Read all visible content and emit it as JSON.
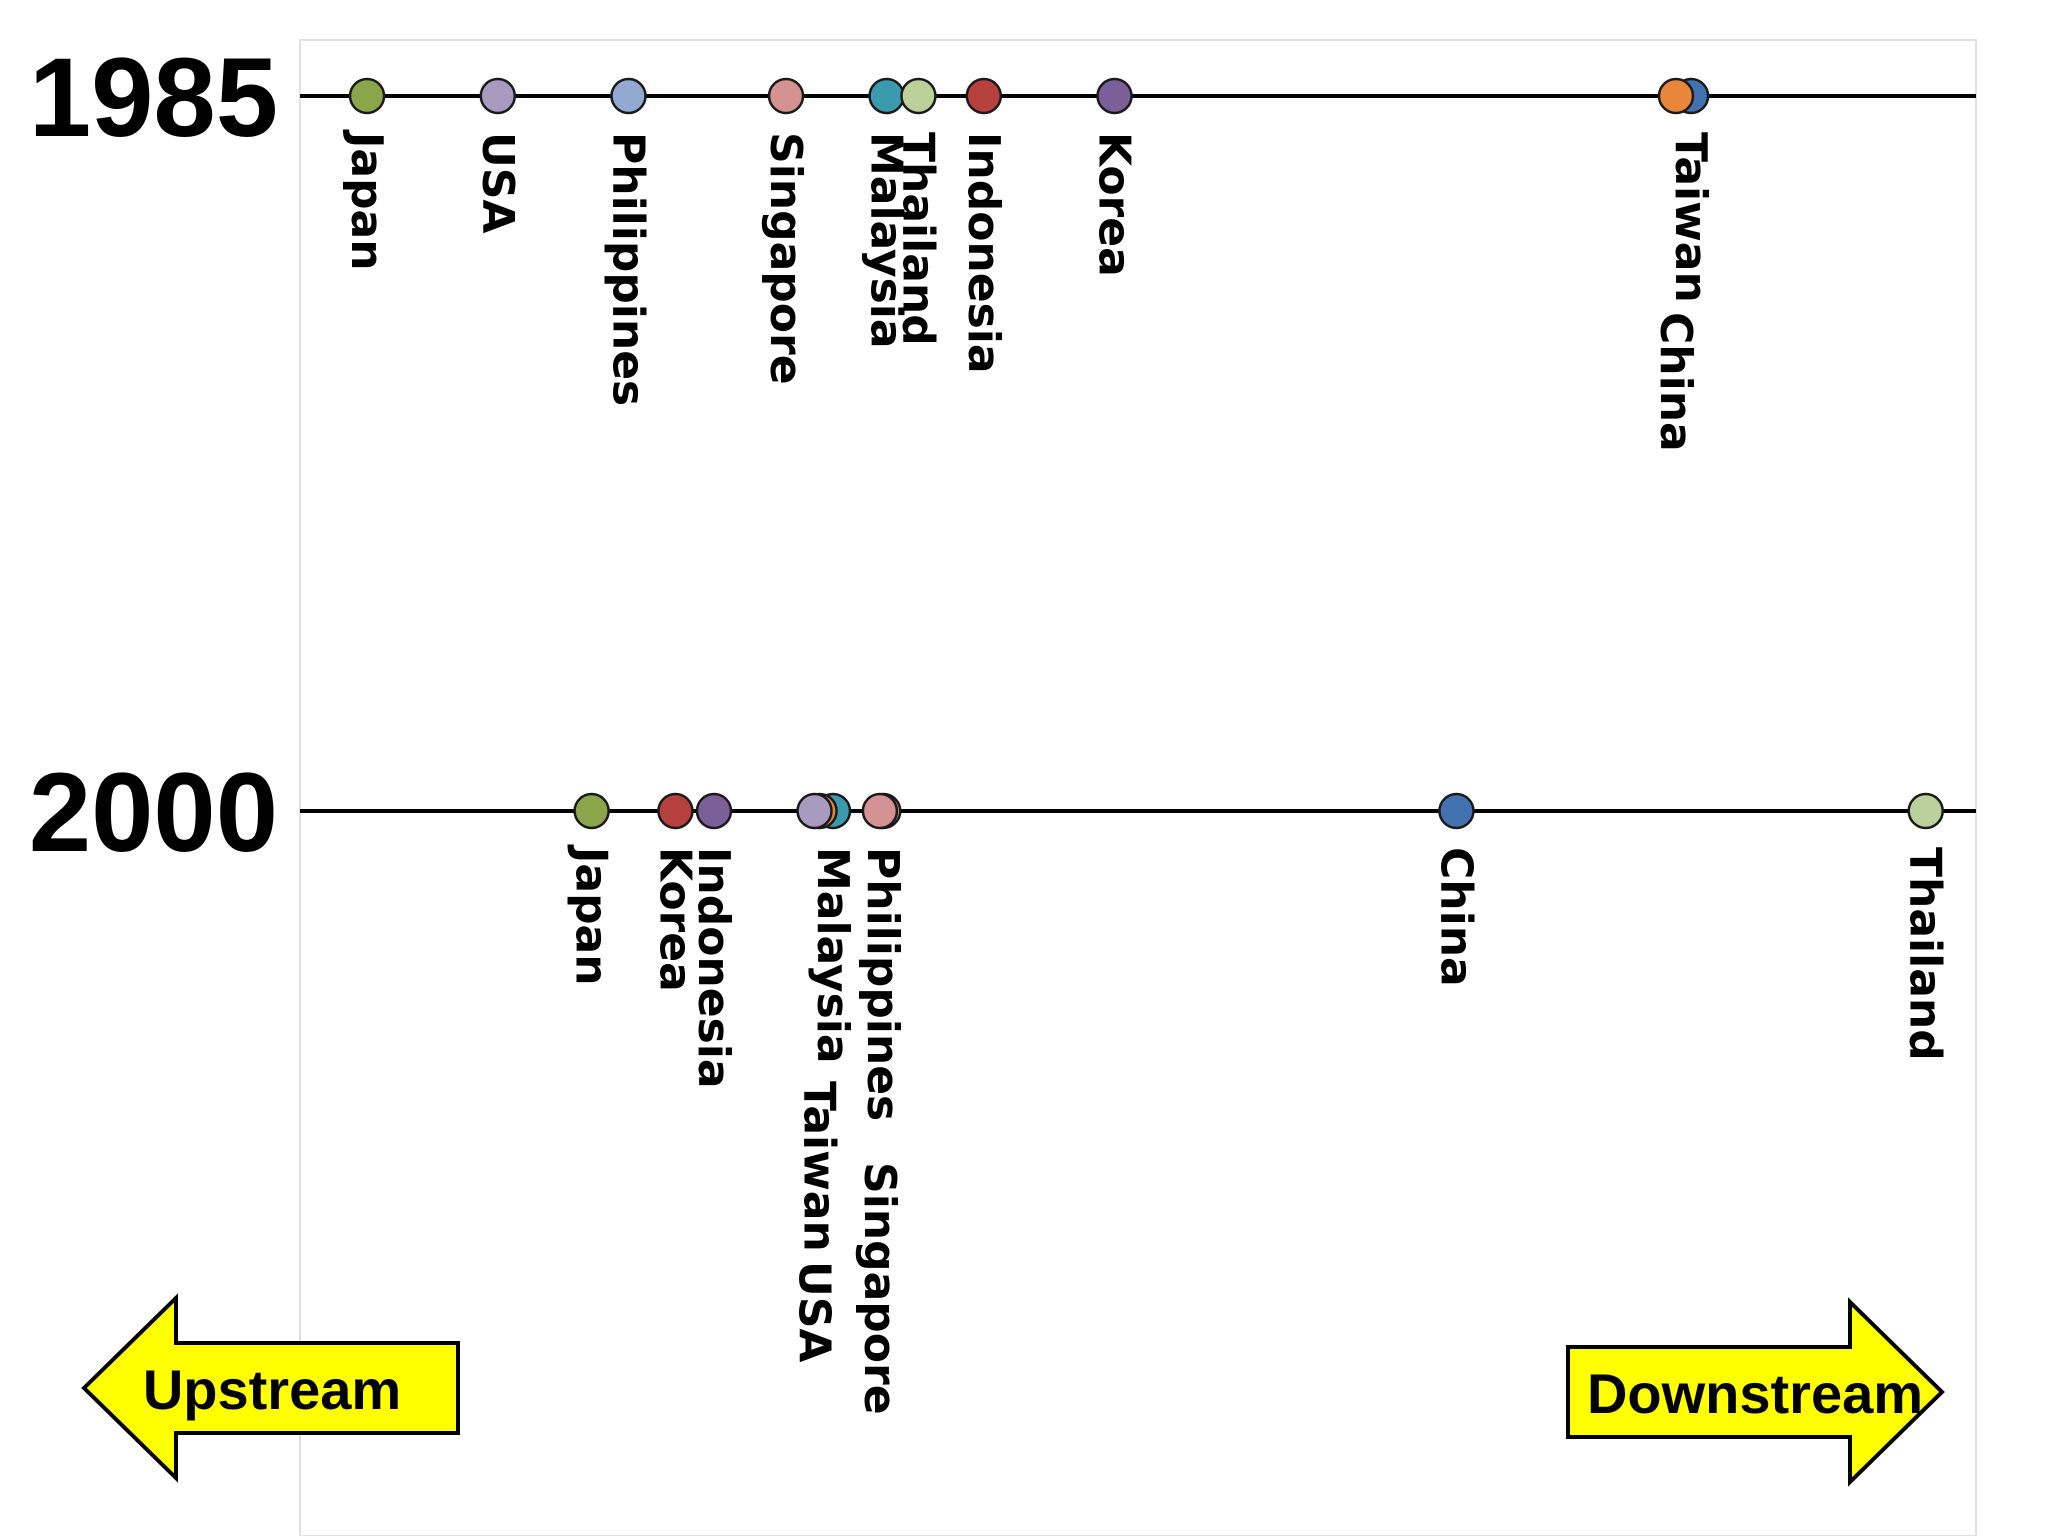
{
  "chart_data": {
    "type": "scatter",
    "title": "",
    "xlabel": "",
    "ylabel": "",
    "xlim": [
      0,
      100
    ],
    "grid": false,
    "rows": [
      {
        "year": "1985",
        "points": [
          {
            "country": "Japan",
            "x": 4.0,
            "color": "#8BA54B"
          },
          {
            "country": "USA",
            "x": 11.8,
            "color": "#A99ABF"
          },
          {
            "country": "Philippines",
            "x": 19.6,
            "color": "#93A9CF"
          },
          {
            "country": "Singapore",
            "x": 29.0,
            "color": "#D49392"
          },
          {
            "country": "Malaysia",
            "x": 35.0,
            "color": "#3A9BAE"
          },
          {
            "country": "Thailand",
            "x": 36.9,
            "color": "#BBD09A"
          },
          {
            "country": "Indonesia",
            "x": 40.8,
            "color": "#B5403D"
          },
          {
            "country": "Korea",
            "x": 48.6,
            "color": "#7A5F99"
          },
          {
            "country": "Taiwan",
            "x": 83.0,
            "color": "#4372B0"
          },
          {
            "country": "China",
            "x": 82.1,
            "color": "#E8873B"
          }
        ]
      },
      {
        "year": "2000",
        "points": [
          {
            "country": "Japan",
            "x": 17.4,
            "color": "#8BA54B"
          },
          {
            "country": "Korea",
            "x": 22.4,
            "color": "#B5403D"
          },
          {
            "country": "Indonesia",
            "x": 24.7,
            "color": "#7A5F99"
          },
          {
            "country": "Malaysia",
            "x": 31.8,
            "color": "#3A9BAE"
          },
          {
            "country": "Taiwan",
            "x": 31.0,
            "color": "#E8873B"
          },
          {
            "country": "USA",
            "x": 30.7,
            "color": "#A99ABF"
          },
          {
            "country": "Philippines",
            "x": 34.8,
            "color": "#D49392"
          },
          {
            "country": "Singapore",
            "x": 34.6,
            "color": "#D49392"
          },
          {
            "country": "China",
            "x": 69.0,
            "color": "#4372B0"
          },
          {
            "country": "Thailand",
            "x": 97.0,
            "color": "#BBD09A"
          }
        ]
      }
    ],
    "annotations": {
      "left_arrow": "Upstream",
      "right_arrow": "Downstream",
      "arrow_color": "#FFFF00"
    }
  }
}
